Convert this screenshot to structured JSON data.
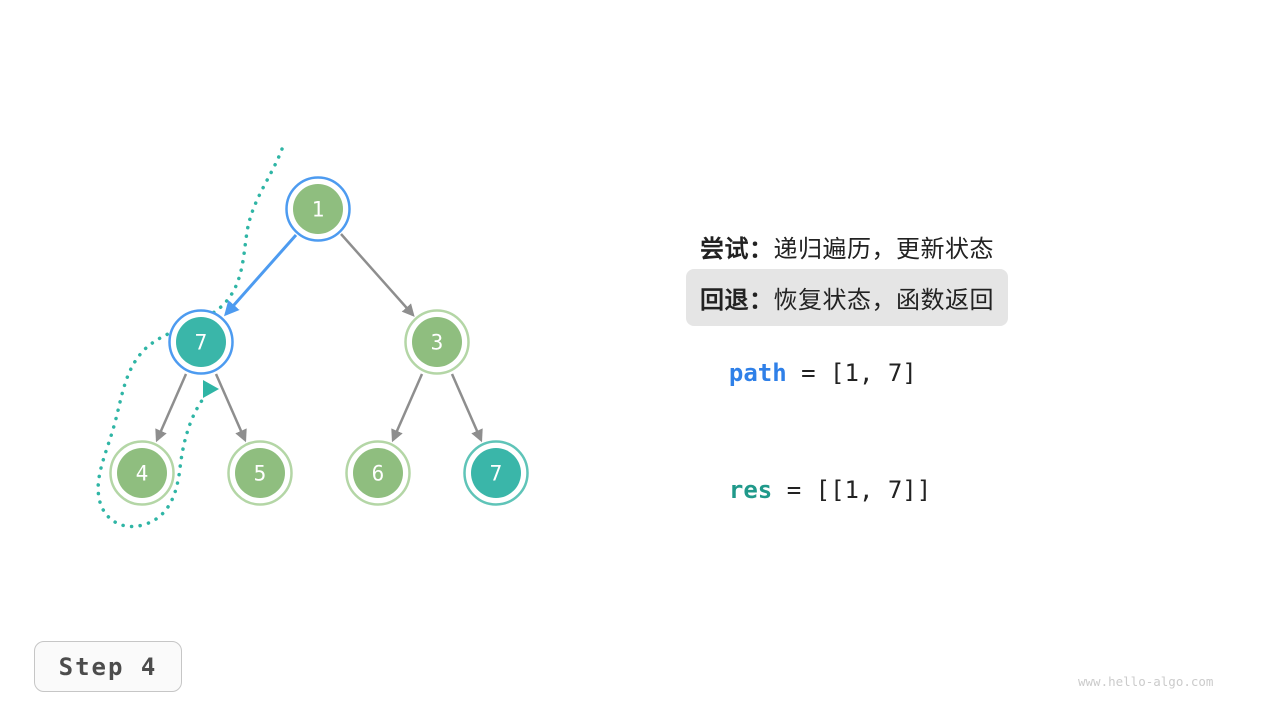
{
  "colors": {
    "node-green": "#8FBE7F",
    "node-green-ring": "#B4D6A6",
    "node-teal": "#3AB6A9",
    "node-teal-ring": "#5FC4B8",
    "ring-blue": "#4D9BF0",
    "edge-gray": "#8E8E8E",
    "edge-blue": "#4D9BF0",
    "dotted-teal": "#2FB5A5",
    "node-text": "#FFFFFF",
    "text-dark": "#222222",
    "text-blue": "#2F80E8",
    "text-teal": "#20998A",
    "highlight-bg": "#E5E5E5",
    "step-bg": "#FAFAFA",
    "step-border": "#C6C6C6",
    "step-text": "#4C4C4C",
    "watermark": "#CBCBCB"
  },
  "tree": {
    "nodes": [
      {
        "label": "1",
        "fill": "green",
        "ring": "blue"
      },
      {
        "label": "7",
        "fill": "teal",
        "ring": "blue"
      },
      {
        "label": "3",
        "fill": "green",
        "ring": "green"
      },
      {
        "label": "4",
        "fill": "green",
        "ring": "green"
      },
      {
        "label": "5",
        "fill": "green",
        "ring": "green"
      },
      {
        "label": "6",
        "fill": "green",
        "ring": "green"
      },
      {
        "label": "7",
        "fill": "teal",
        "ring": "teal"
      }
    ],
    "edges": [
      {
        "from": "1",
        "to": "7",
        "color": "blue"
      },
      {
        "from": "1",
        "to": "3",
        "color": "gray"
      },
      {
        "from": "7",
        "to": "4",
        "color": "gray"
      },
      {
        "from": "7",
        "to": "5",
        "color": "gray"
      },
      {
        "from": "3",
        "to": "6",
        "color": "gray"
      },
      {
        "from": "3",
        "to": "7",
        "color": "gray"
      }
    ]
  },
  "panel": {
    "try_label": "尝试：",
    "try_text": "递归遍历，更新状态",
    "back_label": "回退：",
    "back_text": "恢复状态，函数返回",
    "path_name": "path",
    "path_value": " = [1, 7]",
    "res_name": "res",
    "res_value": " = [[1, 7]]"
  },
  "step": {
    "label": "Step 4"
  },
  "watermark": "www.hello-algo.com"
}
